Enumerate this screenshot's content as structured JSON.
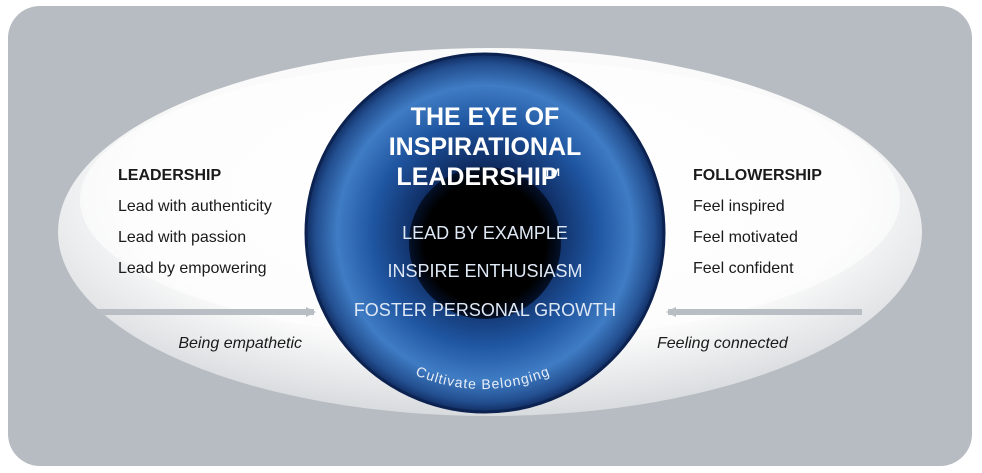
{
  "title": {
    "line1": "THE EYE OF",
    "line2": "INSPIRATIONAL",
    "line3": "LEADERSHIP",
    "trademark": "TM"
  },
  "center_items": [
    "LEAD BY EXAMPLE",
    "INSPIRE ENTHUSIASM",
    "FOSTER PERSONAL GROWTH"
  ],
  "arc_text": "Cultivate Belonging",
  "left": {
    "heading": "LEADERSHIP",
    "items": [
      "Lead with authenticity",
      "Lead with passion",
      "Lead by empowering"
    ],
    "arrow_label": "Being empathetic"
  },
  "right": {
    "heading": "FOLLOWERSHIP",
    "items": [
      "Feel inspired",
      "Feel motivated",
      "Feel confident"
    ],
    "arrow_label": "Feeling connected"
  },
  "colors": {
    "panel": "#b7bcc2",
    "iris_light": "#3f7cc4",
    "iris_dark": "#0f2a5e",
    "pupil": "#000000",
    "arrow": "#b9bec4",
    "text_dark": "#1a1a1a",
    "text_light": "#ffffff",
    "text_center": "#dfe8f5"
  }
}
